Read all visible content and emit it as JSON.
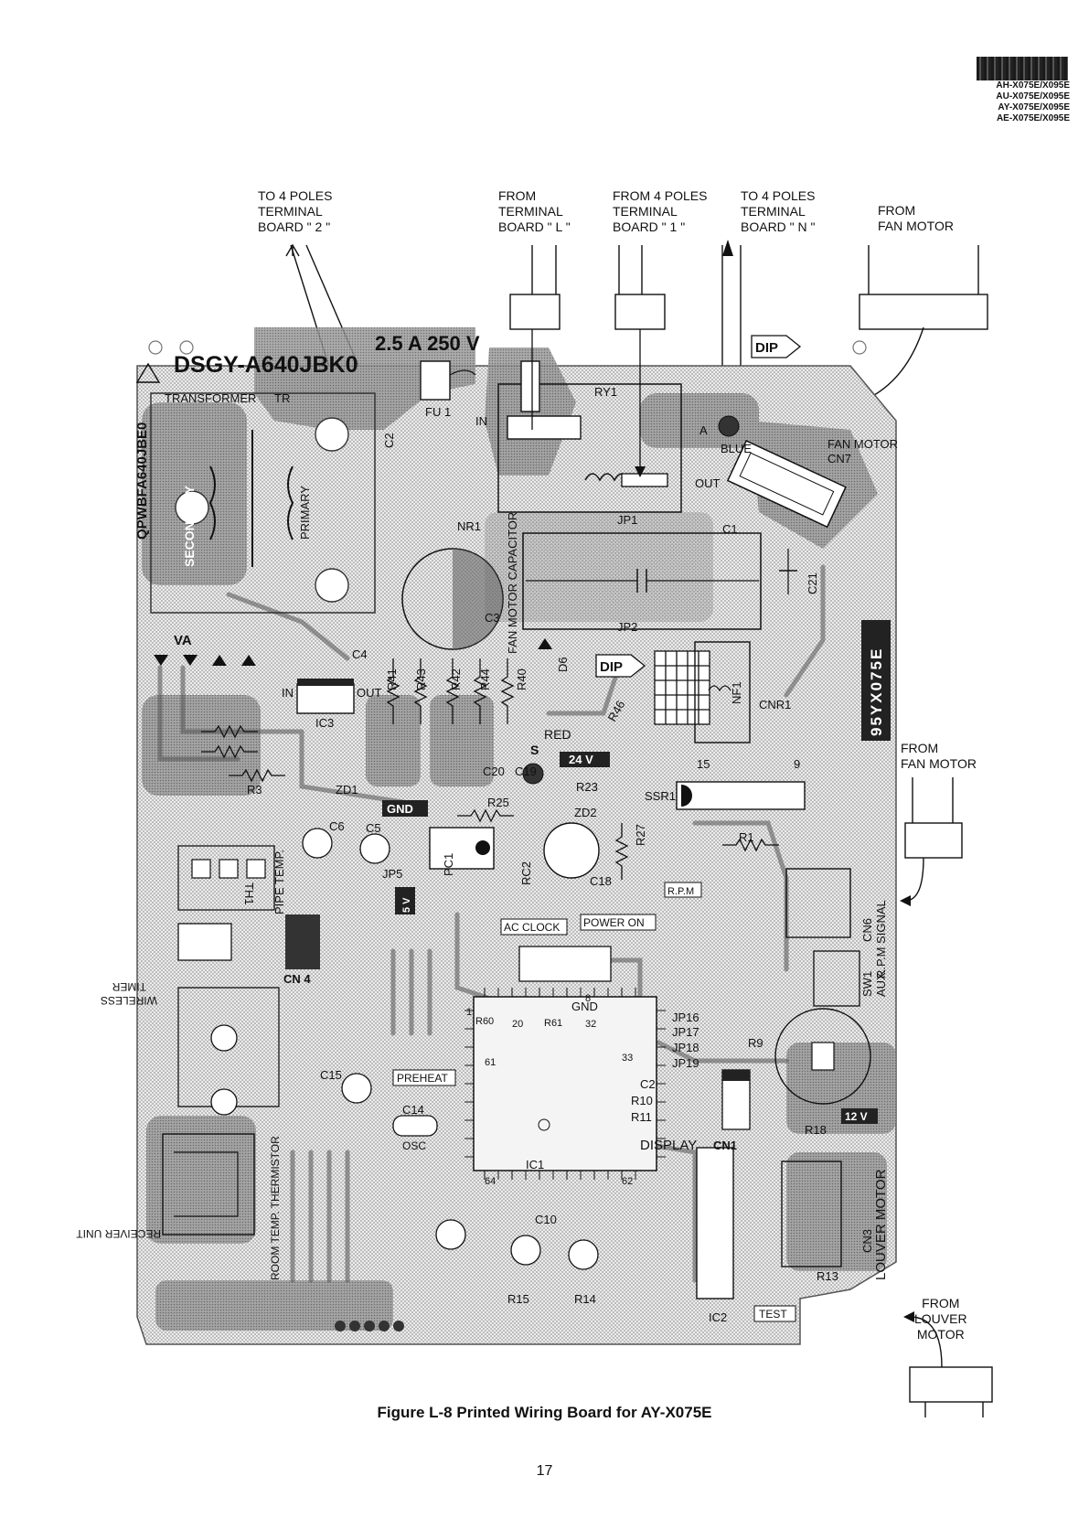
{
  "header": {
    "models": [
      "AH-X075E/X095E",
      "AU-X075E/X095E",
      "AY-X075E/X095E",
      "AE-X075E/X095E"
    ]
  },
  "connections": {
    "to_board_2": "TO 4 POLES\nTERMINAL\nBOARD \" 2 \"",
    "from_board_l": "FROM\nTERMINAL\nBOARD \" L \"",
    "from_board_1": "FROM 4 POLES\nTERMINAL\nBOARD \" 1 \"",
    "to_board_n": "TO 4 POLES\nTERMINAL\nBOARD \" N \"",
    "from_fan_motor_top": "FROM\nFAN MOTOR",
    "from_fan_motor_right": "FROM\nFAN MOTOR",
    "from_louver_motor": "FROM\nLOUVER\nMOTOR"
  },
  "board": {
    "part_number": "DSGY-A640JBK0",
    "side_code": "QPWBFA640JBE0",
    "fuse_rating": "2.5 A 250 V",
    "model_code": "95YX075E",
    "labels": {
      "transformer": "TRANSFORMER",
      "tr": "TR",
      "secondary": "SECONDARY",
      "primary": "PRIMARY",
      "fu1": "FU 1",
      "ry1": "RY1",
      "in_top": "IN",
      "out_top": "OUT",
      "a": "A",
      "blue": "BLUE",
      "fan_motor_cn7": "FAN MOTOR\nCN7",
      "nr1": "NR1",
      "jp1": "JP1",
      "jp2": "JP2",
      "c1": "C1",
      "c21": "C21",
      "c3": "C3",
      "c4": "C4",
      "c2": "C2",
      "fan_motor_capacitor": "FAN MOTOR CAPACITOR",
      "dip": "DIP",
      "d6": "D6",
      "nf1": "NF1",
      "cnr1": "CNR1",
      "va": "VA",
      "ic3": "IC3",
      "in_mid": "IN",
      "out_mid": "OUT",
      "r41": "R41",
      "r43": "R43",
      "r42": "R42",
      "r44": "R44",
      "r40": "R40",
      "r46": "R46",
      "s": "S",
      "red": "RED",
      "v24": "24 V",
      "pin15": "15",
      "pin9": "9",
      "ssr1": "SSR1",
      "r3": "R3",
      "zd1": "ZD1",
      "gnd_badge": "GND",
      "c20": "C20",
      "c19": "C19",
      "r23": "R23",
      "r25": "R25",
      "r27": "R27",
      "zd2": "ZD2",
      "c6": "C6",
      "c5": "C5",
      "jp5": "JP5",
      "pc1": "PC1",
      "rc2": "RC2",
      "c18": "C18",
      "r1": "R1",
      "rpm": "R.P.M",
      "cn6": "CN6",
      "rpm_signal": "R.P.M SIGNAL",
      "th1": "TH1",
      "pipe_temp": "PIPE TEMP.",
      "v5": "5 V",
      "ac_clock": "AC CLOCK",
      "power_on": "POWER ON",
      "sw1": "SW1",
      "aux": "AUX.",
      "cn4": "CN 4",
      "timer_wireless": "TIMER",
      "wireless": "WIRELESS",
      "gnd": "GND",
      "r60": "R60",
      "r61": "R61",
      "jp16": "JP16",
      "jp17": "JP17",
      "jp18": "JP18",
      "jp19": "JP19",
      "r9": "R9",
      "preheat": "PREHEAT",
      "c15": "C15",
      "c14": "C14",
      "osc": "OSC",
      "ic1": "IC1",
      "c2b": "C2",
      "r10": "R10",
      "r11": "R11",
      "r18": "R18",
      "v12": "12 V",
      "display": "DISPLAY",
      "cn1": "CN1",
      "cn3": "CN3",
      "louver_motor": "LOUVER MOTOR",
      "room_temp_thermistor": "ROOM TEMP. THERMISTOR",
      "receiver_unit": "RECEIVER UNIT",
      "c10": "C10",
      "r15": "R15",
      "r14": "R14",
      "r13": "R13",
      "ic2": "IC2",
      "test": "TEST",
      "pin1": "1",
      "pin61": "61",
      "pin33": "33",
      "pin62": "62",
      "pin64": "64",
      "pin20": "20",
      "pin32": "32",
      "pin8": "8"
    }
  },
  "figure": {
    "caption": "Figure L-8 Printed Wiring Board for AY-X075E",
    "page_number": "17"
  },
  "colors": {
    "ink": "#111111",
    "copper": "#8c8c8c",
    "board": "#d8d8d8",
    "paper": "#ffffff"
  }
}
